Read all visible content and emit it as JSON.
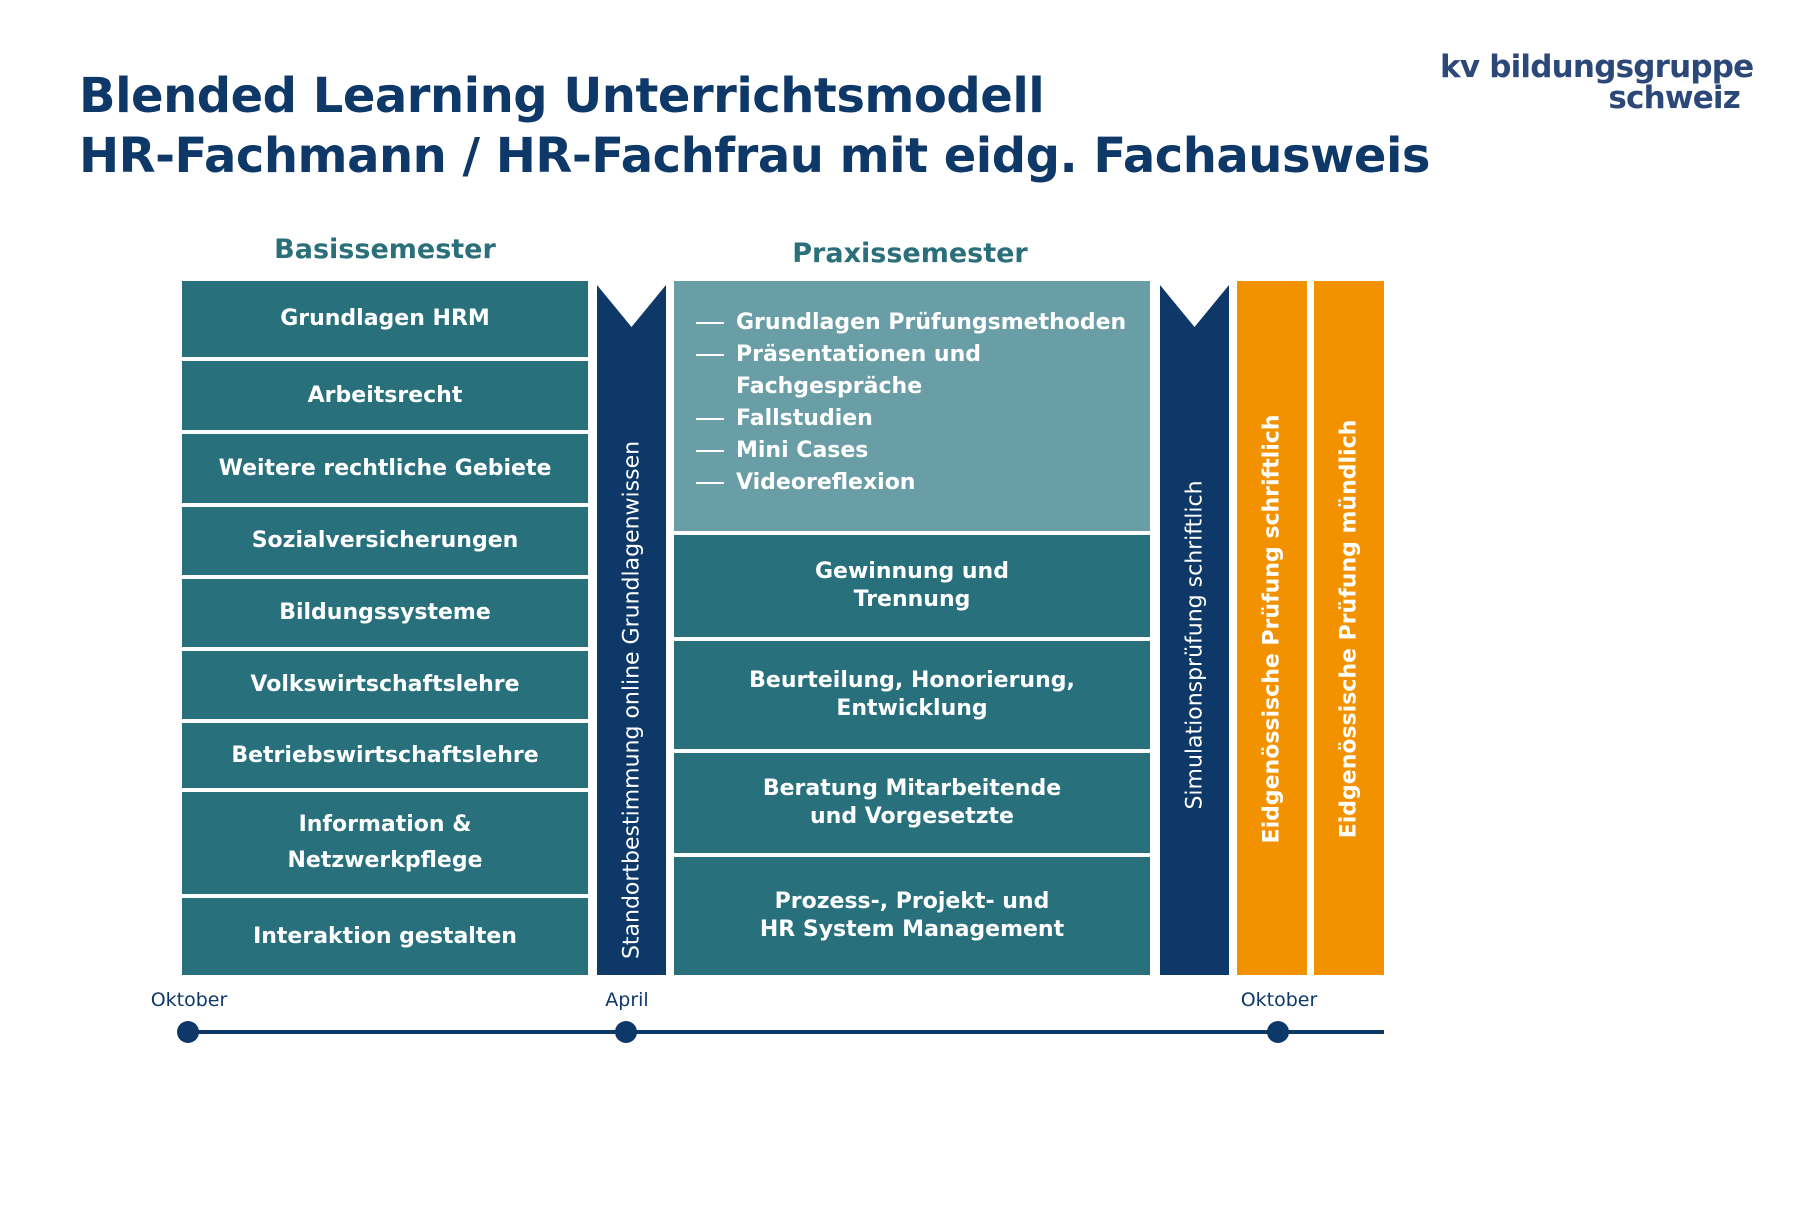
{
  "header": {
    "title_line1": "Blended Learning Unterrichtsmodell",
    "title_line2": "HR-Fachmann / HR-Fachfrau mit eidg. Fachausweis"
  },
  "logo": {
    "line1": "kv bildungsgruppe",
    "line2": "schweiz"
  },
  "basissemester": {
    "heading": "Basissemester",
    "modules": [
      [
        "Grundlagen HRM"
      ],
      [
        "Arbeitsrecht"
      ],
      [
        "Weitere rechtliche Gebiete"
      ],
      [
        "Sozialversicherungen"
      ],
      [
        "Bildungssysteme"
      ],
      [
        "Volkswirtschaftslehre"
      ],
      [
        "Betriebswirtschaftslehre"
      ],
      [
        "Information &",
        "Netzwerkpflege"
      ],
      [
        "Interaktion gestalten"
      ]
    ]
  },
  "standortbestimmung": {
    "label": "Standortbestimmung online Grundlagenwissen"
  },
  "praxissemester": {
    "heading": "Praxissemester",
    "methods": [
      "Grundlagen Prüfungsmethoden",
      "Präsentationen und Fachgespräche",
      "Fallstudien",
      "Mini Cases",
      "Videoreflexion"
    ],
    "modules": [
      [
        "Gewinnung und",
        "Trennung"
      ],
      [
        "Beurteilung, Honorierung,",
        "Entwicklung"
      ],
      [
        "Beratung Mitarbeitende",
        "und Vorgesetzte"
      ],
      [
        "Prozess-, Projekt- und",
        "HR System Management"
      ]
    ]
  },
  "simulation": {
    "label": "Simulationsprüfung schriftlich"
  },
  "exams": {
    "written": "Eidgenössische Prüfung schriftlich",
    "oral": "Eidgenössische Prüfung mündlich"
  },
  "timeline": {
    "labels": [
      "Oktober",
      "April",
      "Oktober"
    ]
  },
  "colors": {
    "navy": "#0d3868",
    "teal": "#27707c",
    "teal_light": "#6a9ea6",
    "orange": "#f39200",
    "heading_teal": "#2a6f7a"
  }
}
